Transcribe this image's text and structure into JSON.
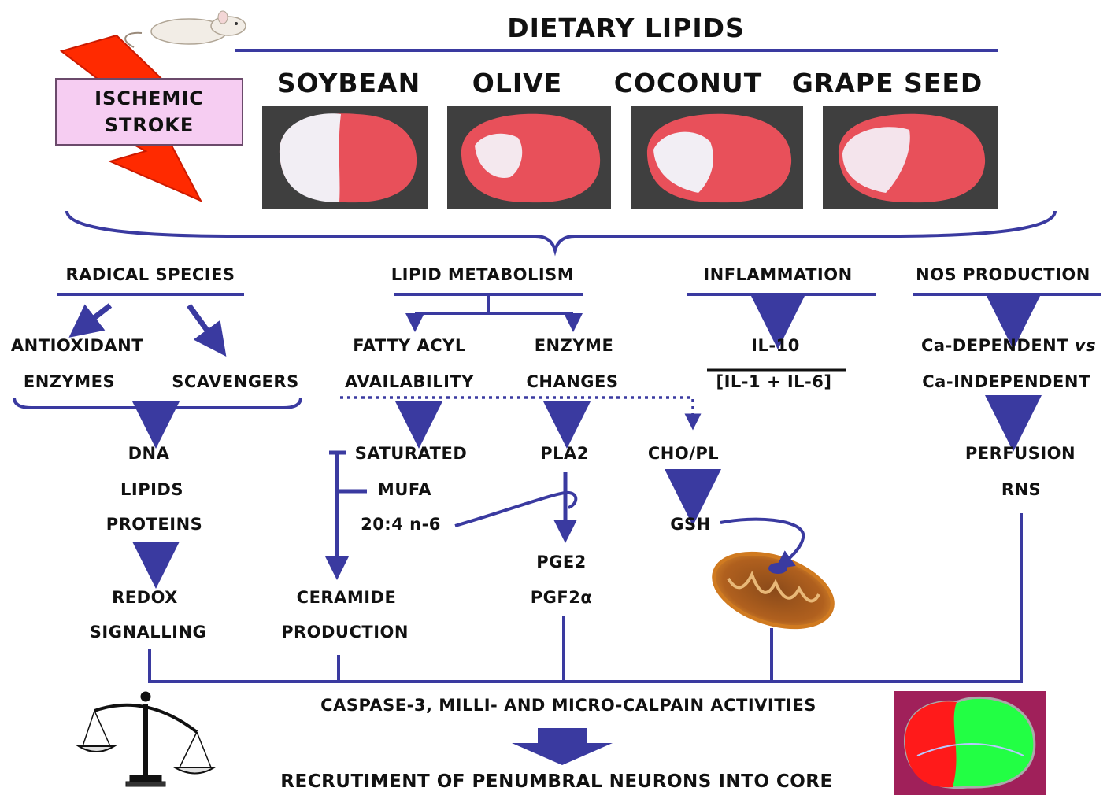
{
  "header": {
    "title": "DIETARY LIPIDS",
    "diets": [
      "SOYBEAN",
      "OLIVE",
      "COCONUT",
      "GRAPE SEED"
    ]
  },
  "stroke_label": {
    "line1": "ISCHEMIC",
    "line2": "STROKE"
  },
  "radical": {
    "title": "RADICAL SPECIES",
    "antioxidant": "ANTIOXIDANT",
    "enzymes": "ENZYMES",
    "scavengers": "SCAVENGERS",
    "targets": [
      "DNA",
      "LIPIDS",
      "PROTEINS"
    ],
    "redox": "REDOX",
    "signalling": "SIGNALLING"
  },
  "lipid": {
    "title": "LIPID METABOLISM",
    "fatty1": "FATTY ACYL",
    "fatty2": "AVAILABILITY",
    "enzyme1": "ENZYME",
    "enzyme2": "CHANGES",
    "saturated": "SATURATED",
    "mufa": "MUFA",
    "aa": "20:4 n-6",
    "ceramide1": "CERAMIDE",
    "ceramide2": "PRODUCTION",
    "pla2": "PLA2",
    "pge2": "PGE2",
    "pgf2a": "PGF2α",
    "chopl": "CHO/PL",
    "gsh": "GSH"
  },
  "inflammation": {
    "title": "INFLAMMATION",
    "numerator": "IL-10",
    "denominator": "[IL-1 + IL-6]"
  },
  "nos": {
    "title": "NOS PRODUCTION",
    "dep": "Ca-DEPENDENT",
    "vs": "vs",
    "indep": "Ca-INDEPENDENT",
    "perfusion": "PERFUSION",
    "rns": "RNS"
  },
  "bottom": {
    "caspase": "CASPASE-3, MILLI- AND MICRO-CALPAIN ACTIVITIES",
    "recruitment": "RECRUTIMENT OF PENUMBRAL NEURONS INTO CORE"
  },
  "colors": {
    "arrow": "#3a3aa0",
    "stroke_bolt": "#ff2a00",
    "stroke_box": "#f6cdf2",
    "tissue": "#e8505a",
    "infarct": "#f2eef4",
    "core": "#ff1a1a",
    "penumbra": "#22ff44",
    "map_bg": "#a0205a"
  },
  "icons": [
    "lightning-bolt-icon",
    "rat-icon",
    "brain-slice-icon",
    "mitochondrion-icon",
    "balance-scale-icon",
    "brain-map-icon"
  ]
}
